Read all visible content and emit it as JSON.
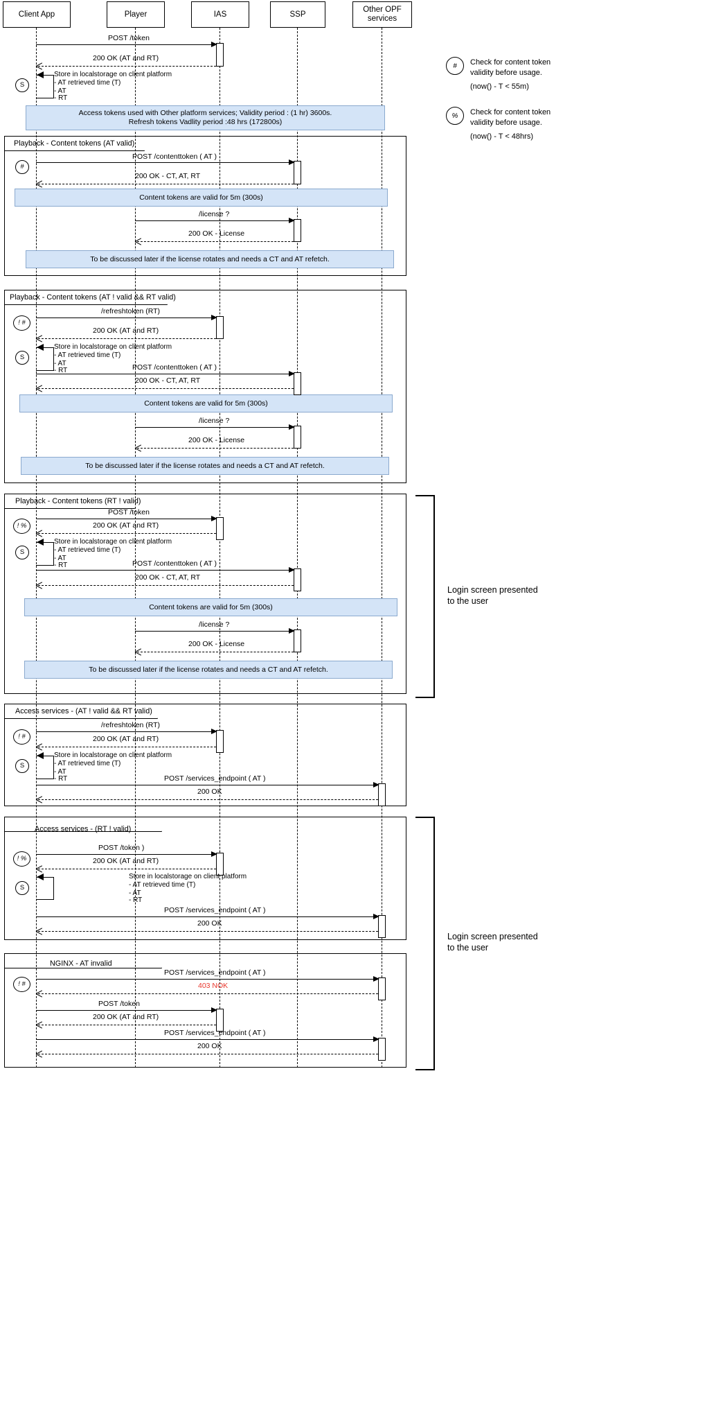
{
  "diagram": {
    "title": "Token lifecycle sequence diagram",
    "note_fill": "#d4e4f7",
    "note_stroke": "#8aa9ce",
    "error_color": "#e8352b"
  },
  "lifelines": [
    {
      "id": "client",
      "label": "Client App"
    },
    {
      "id": "player",
      "label": "Player"
    },
    {
      "id": "ias",
      "label": "IAS"
    },
    {
      "id": "ssp",
      "label": "SSP"
    },
    {
      "id": "opf",
      "label": "Other OPF\nservices"
    }
  ],
  "legend": [
    {
      "symbol": "#",
      "text": "Check for content token\nvalidity before usage.",
      "condition": "(now() - T < 55m)"
    },
    {
      "symbol": "%",
      "text": "Check for content token\nvalidity before usage.",
      "condition": "(now() - T <  48hrs)"
    }
  ],
  "store_note": {
    "title": "Store in localstorage on client platform",
    "line1": "- AT retrieved time (T)",
    "line2": "- AT",
    "line3": "- RT",
    "marker": "S"
  },
  "messages": {
    "post_token": "POST /token",
    "post_token_paren": "POST /token )",
    "ok_at_rt": "200 OK (AT and RT)",
    "post_contenttoken": "POST /contenttoken ( AT )",
    "ok_ct_at_rt": "200 OK - CT, AT, RT",
    "license_req": "/license ?",
    "ok_license": "200 OK - License",
    "refreshtoken": "/refreshtoken (RT)",
    "post_services": "POST /services_endpoint ( AT )",
    "ok_200": "200 OK",
    "nok_403": "403 NOK"
  },
  "notes": {
    "access_tokens": "Access tokens used with Other platform services; Validity period : (1 hr) 3600s.\nRefresh tokens Vadlity period :48 hrs (172800s)",
    "content_valid": "Content tokens are valid for 5m (300s)",
    "license_later": "To be discussed later if the license rotates and needs a CT and AT refetch."
  },
  "frames": [
    {
      "id": "frame-playback-at-valid",
      "label": "Playback - Content tokens (AT valid)"
    },
    {
      "id": "frame-playback-at-invalid",
      "label": "Playback - Content tokens (AT ! valid && RT valid)"
    },
    {
      "id": "frame-playback-rt-invalid",
      "label": "Playback - Content tokens (RT ! valid)"
    },
    {
      "id": "frame-access-at-invalid",
      "label": "Access services - (AT ! valid && RT valid)"
    },
    {
      "id": "frame-access-rt-invalid",
      "label": "Access services - (RT ! valid)"
    },
    {
      "id": "frame-nginx-at-invalid",
      "label": "NGINX - AT invalid"
    }
  ],
  "markers": {
    "hash": "#",
    "percent": "%",
    "not_hash": "! #",
    "not_percent": "! %",
    "store": "S"
  },
  "brackets": [
    {
      "id": "bracket-login-1",
      "label": "Login screen presented\nto the user"
    },
    {
      "id": "bracket-login-2",
      "label": "Login screen presented\nto the user"
    }
  ]
}
